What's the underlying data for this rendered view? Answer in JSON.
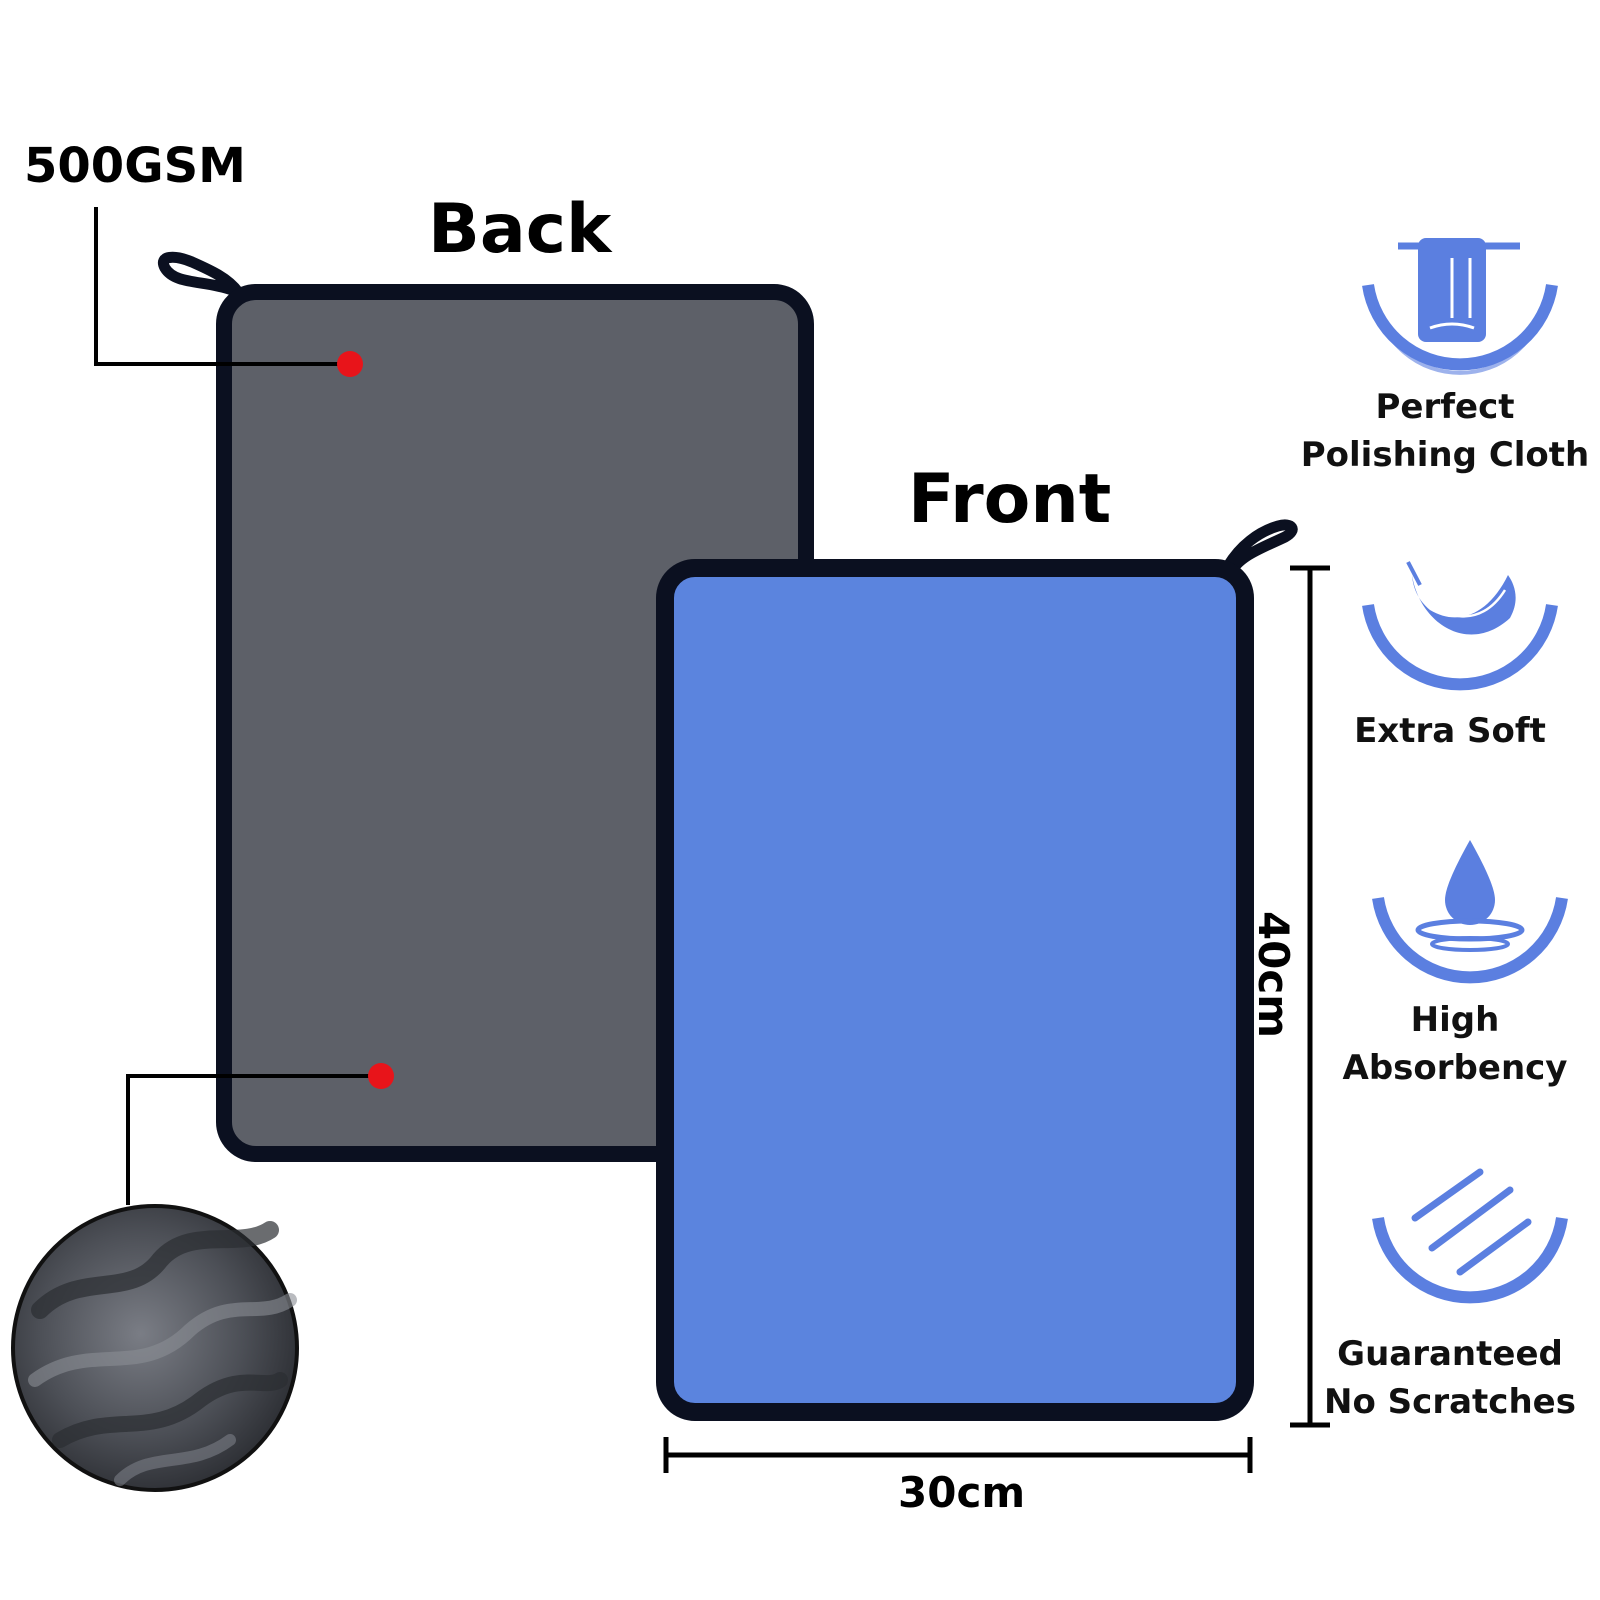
{
  "labels": {
    "gsm": "500GSM",
    "back": "Back",
    "front": "Front",
    "width": "30cm",
    "height": "40cm"
  },
  "features": [
    {
      "icon": "towel-icon",
      "line1": "Perfect",
      "line2": "Polishing Cloth"
    },
    {
      "icon": "feather-icon",
      "line1": "Extra Soft",
      "line2": ""
    },
    {
      "icon": "water-drop-icon",
      "line1": "High",
      "line2": "Absorbency"
    },
    {
      "icon": "scratch-marks-icon",
      "line1": "Guaranteed",
      "line2": "No Scratches"
    }
  ],
  "colors": {
    "back_cloth": "#5d6068",
    "front_cloth": "#5b84de",
    "cloth_border": "#0b1020",
    "icon_blue": "#5b7fe0",
    "marker_red": "#e8141a"
  }
}
